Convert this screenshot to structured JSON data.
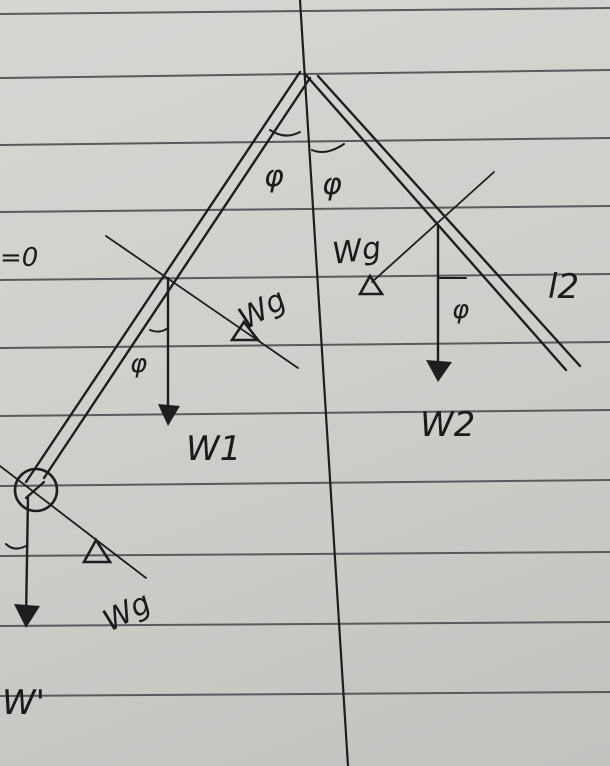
{
  "labels": {
    "phi_top_left": "φ",
    "phi_top_right": "φ",
    "phi_left_weight": "φ",
    "phi_right_weight": "φ",
    "wg_left": "Wg",
    "wg_right": "Wg",
    "wg_bottom": "Wg",
    "w1": "W1",
    "w2": "W2",
    "l2": "l2",
    "w_prime": "W'",
    "eq_zero": "=0"
  },
  "colors": {
    "paper": "#d2d2cf",
    "ink": "#1e1e1e",
    "rule": "#5a5a5a"
  }
}
